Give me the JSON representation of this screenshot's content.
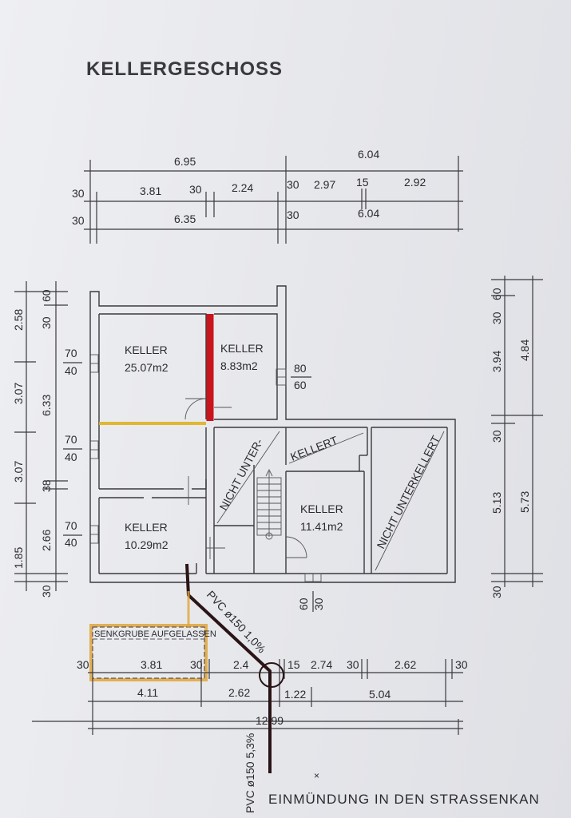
{
  "title": "KELLERGESCHOSS",
  "top_dimensions": {
    "overall_left": "6.95",
    "overall_right": "6.04",
    "row2": [
      "30",
      "3.81",
      "30",
      "2.24",
      "30",
      "2.97",
      "15",
      "2.92"
    ],
    "row3": [
      "30",
      "6.35",
      "30",
      "6.04"
    ]
  },
  "left_dimensions": {
    "outer": [
      "2.58",
      "3.07",
      "3.07",
      "1.85"
    ],
    "middle": [
      "30",
      "60",
      "6.33",
      "38",
      "2.66",
      "30"
    ],
    "openings": [
      {
        "top": "70",
        "bottom": "40"
      },
      {
        "top": "70",
        "bottom": "40"
      },
      {
        "top": "70",
        "bottom": "40"
      }
    ]
  },
  "right_dimensions": {
    "inner": [
      "30",
      "60",
      "3.94",
      "30",
      "5.13",
      "30"
    ],
    "outer": [
      "4.84",
      "5.73"
    ]
  },
  "rooms": [
    {
      "name": "KELLER",
      "area": "25.07m2"
    },
    {
      "name": "KELLER",
      "area": "8.83m2"
    },
    {
      "name": "KELLER",
      "area": "11.41m2"
    },
    {
      "name": "KELLER",
      "area": "10.29m2"
    }
  ],
  "door_label": {
    "top": "80",
    "bottom": "60"
  },
  "bottom_opening": {
    "a": "60",
    "b": "30"
  },
  "not_basement_labels": [
    "NICHT UNTER-",
    "KELLERT",
    "NICHT UNTERKELLERT"
  ],
  "pipe_label_1": "PVC ø150 1,0%",
  "pipe_label_2": "PVC ø150 5,3%",
  "cesspit_label": "SENKGRUBE AUFGELASSEN",
  "bottom_dimensions": {
    "row1": [
      "30",
      "3.81",
      "30",
      "2.4",
      "15",
      "2.74",
      "30",
      "2.62",
      "30"
    ],
    "row2": [
      "4.11",
      "2.62",
      "1.22",
      "5.04"
    ],
    "total": "12.99"
  },
  "street_label": "EINMÜNDUNG IN DEN STRASSENKAN",
  "colors": {
    "red_wall": "#c8141c",
    "yellow_wall": "#e0b21f",
    "pipe": "#2a1416",
    "cesspit": "#e0a53a"
  }
}
